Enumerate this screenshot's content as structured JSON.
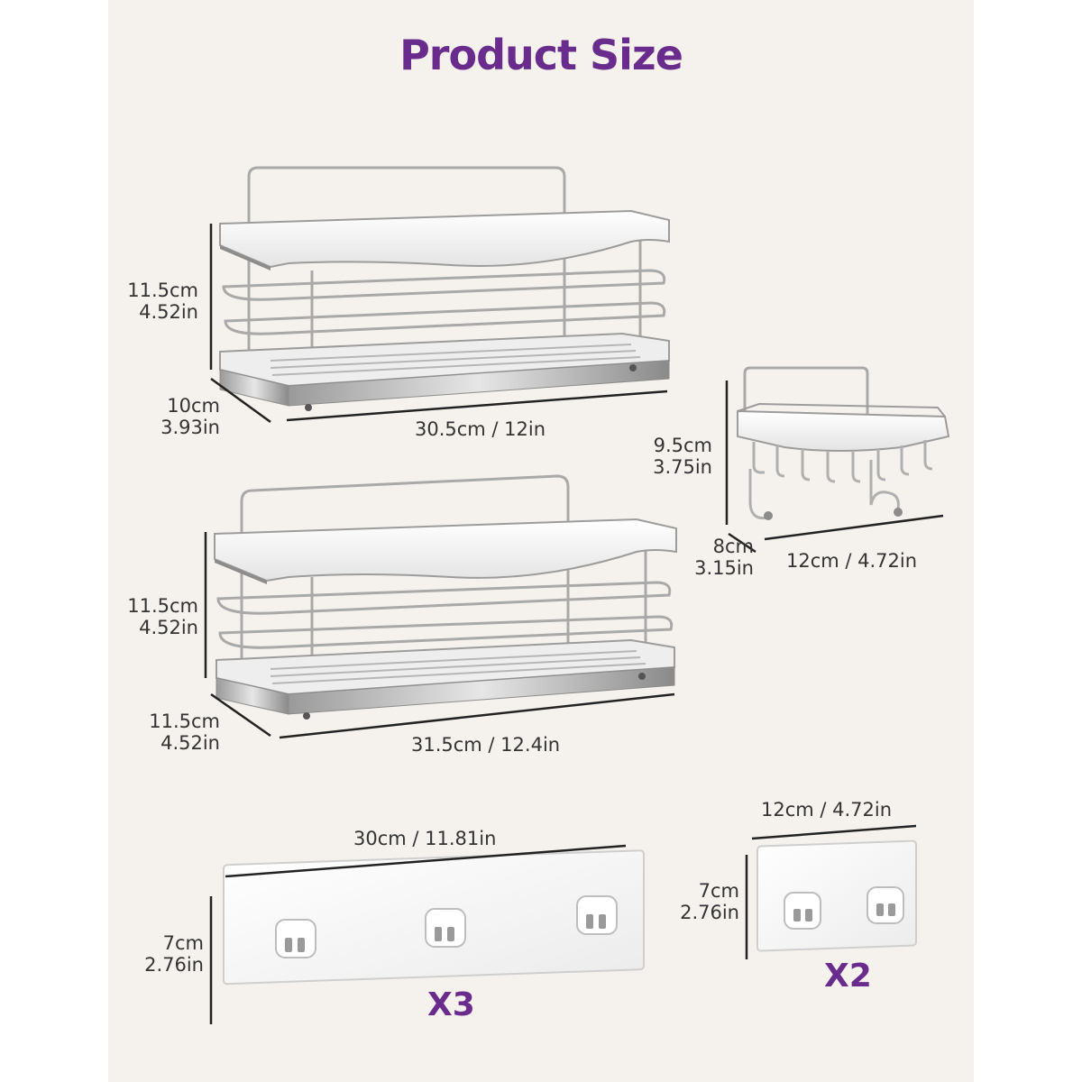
{
  "title": "Product Size",
  "basket_top": {
    "height_cm": "11.5cm",
    "height_in": "4.52in",
    "depth_cm": "10cm",
    "depth_in": "3.93in",
    "width": "30.5cm / 12in"
  },
  "basket_bottom": {
    "height_cm": "11.5cm",
    "height_in": "4.52in",
    "depth_cm": "11.5cm",
    "depth_in": "4.52in",
    "width": "31.5cm / 12.4in"
  },
  "soap_dish": {
    "height_cm": "9.5cm",
    "height_in": "3.75in",
    "depth_cm": "8cm",
    "depth_in": "3.15in",
    "width": "12cm / 4.72in"
  },
  "adhesive_large": {
    "width": "30cm / 11.81in",
    "height_cm": "7cm",
    "height_in": "2.76in",
    "quantity": "X3"
  },
  "adhesive_small": {
    "width": "12cm / 4.72in",
    "height_cm": "7cm",
    "height_in": "2.76in",
    "quantity": "X2"
  },
  "colors": {
    "title": "#6a2c8c",
    "background": "#f5f2ee",
    "text": "#333333"
  }
}
